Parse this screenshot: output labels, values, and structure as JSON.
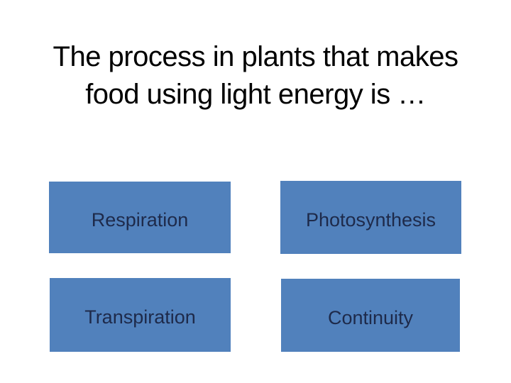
{
  "slide": {
    "question": {
      "line1": "The process in plants that makes",
      "line2": "food using light energy is …"
    },
    "answers": [
      {
        "label": "Respiration"
      },
      {
        "label": "Photosynthesis"
      },
      {
        "label": "Transpiration"
      },
      {
        "label": "Continuity"
      }
    ],
    "colors": {
      "background": "#FFFFFF",
      "title_text": "#000000",
      "box_fill": "#5181BC",
      "box_text": "#1E2A4A"
    }
  }
}
